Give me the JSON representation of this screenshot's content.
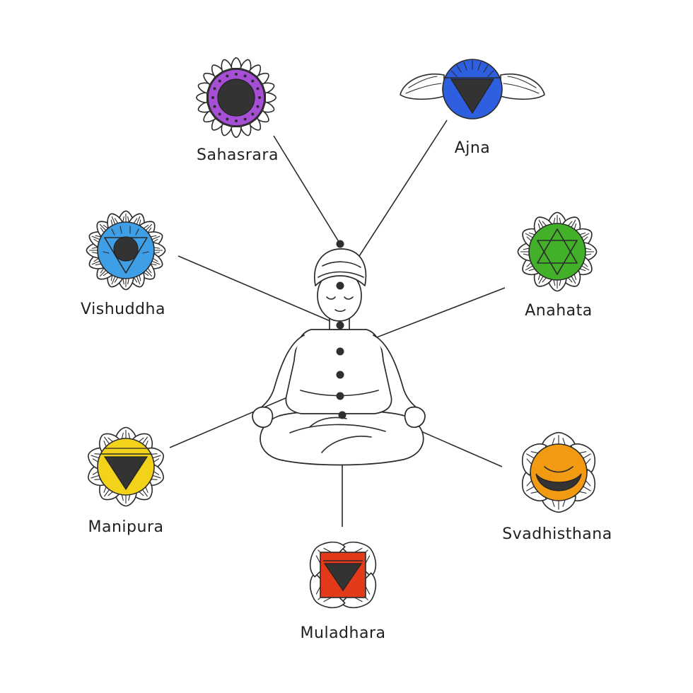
{
  "chakras": [
    {
      "id": "sahasrara",
      "label": "Sahasrara",
      "color": "#a64fd6"
    },
    {
      "id": "ajna",
      "label": "Ajna",
      "color": "#2e5fe0"
    },
    {
      "id": "vishuddha",
      "label": "Vishuddha",
      "color": "#3f9fe6"
    },
    {
      "id": "anahata",
      "label": "Anahata",
      "color": "#43b02a"
    },
    {
      "id": "manipura",
      "label": "Manipura",
      "color": "#f2d21a"
    },
    {
      "id": "svadhisthana",
      "label": "Svadhisthana",
      "color": "#f39a13"
    },
    {
      "id": "muladhara",
      "label": "Muladhara",
      "color": "#e23a1b"
    }
  ],
  "colors": {
    "ink": "#2a2a2a",
    "dark_center": "#333333",
    "background": "#ffffff"
  }
}
